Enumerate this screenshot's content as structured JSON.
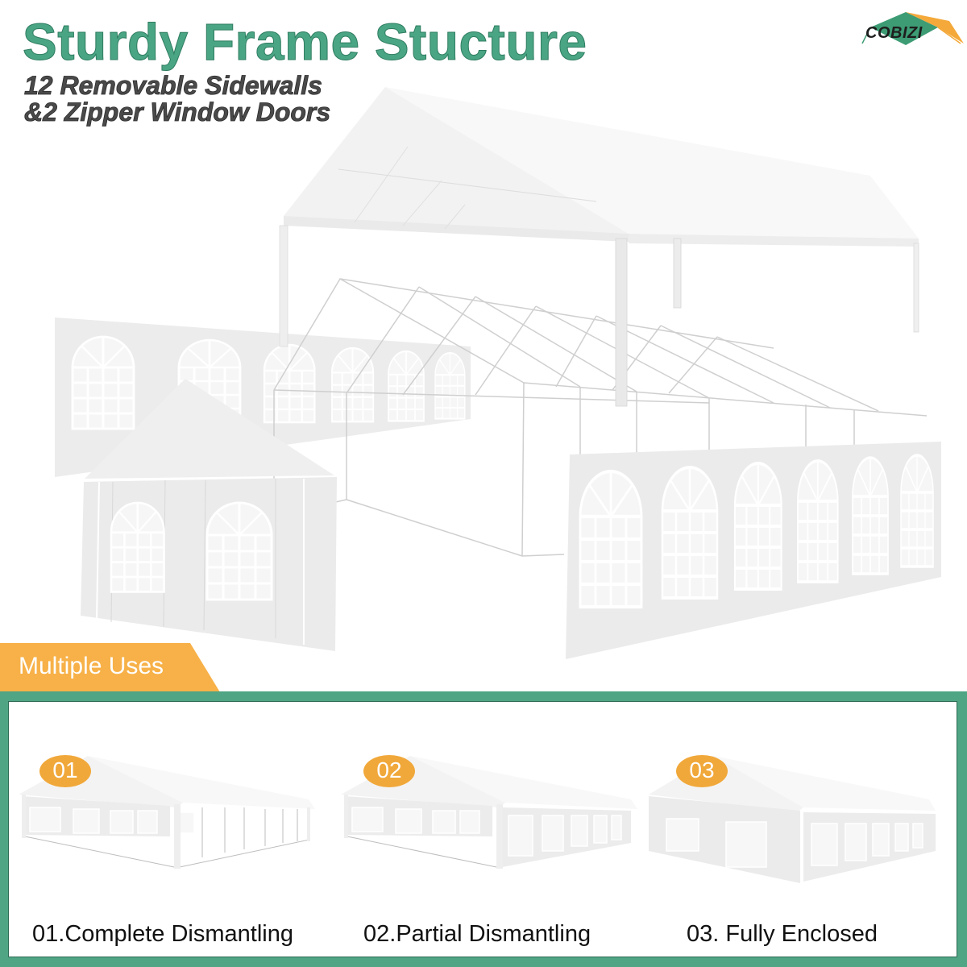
{
  "header": {
    "title": "Sturdy Frame Stucture",
    "subtitle_line1": "12 Removable Sidewalls",
    "subtitle_line2": "&2 Zipper Window Doors"
  },
  "brand": {
    "logo_text": "COBIZI",
    "logo_icon": "tent-roof-icon"
  },
  "hero": {
    "illustration": "exploded-view-tent",
    "components": [
      "roof-canopy",
      "steel-frame",
      "long-sidewall-back",
      "gable-end-wall",
      "long-sidewall-front"
    ]
  },
  "section": {
    "label": "Multiple Uses"
  },
  "uses": [
    {
      "badge": "01",
      "label": "01.Complete Dismantling",
      "mode": "roof-only"
    },
    {
      "badge": "02",
      "label": "02.Partial Dismantling",
      "mode": "partial-walls"
    },
    {
      "badge": "03",
      "label": "03. Fully Enclosed",
      "mode": "fully-enclosed"
    }
  ],
  "colors": {
    "title_green": "#4aa584",
    "frame_green": "#4fa584",
    "accent_orange": "#f1a83a",
    "subtitle_gray": "#4a4a4a",
    "canvas_white": "#ffffff",
    "wall_gray": "#ebebeb"
  }
}
